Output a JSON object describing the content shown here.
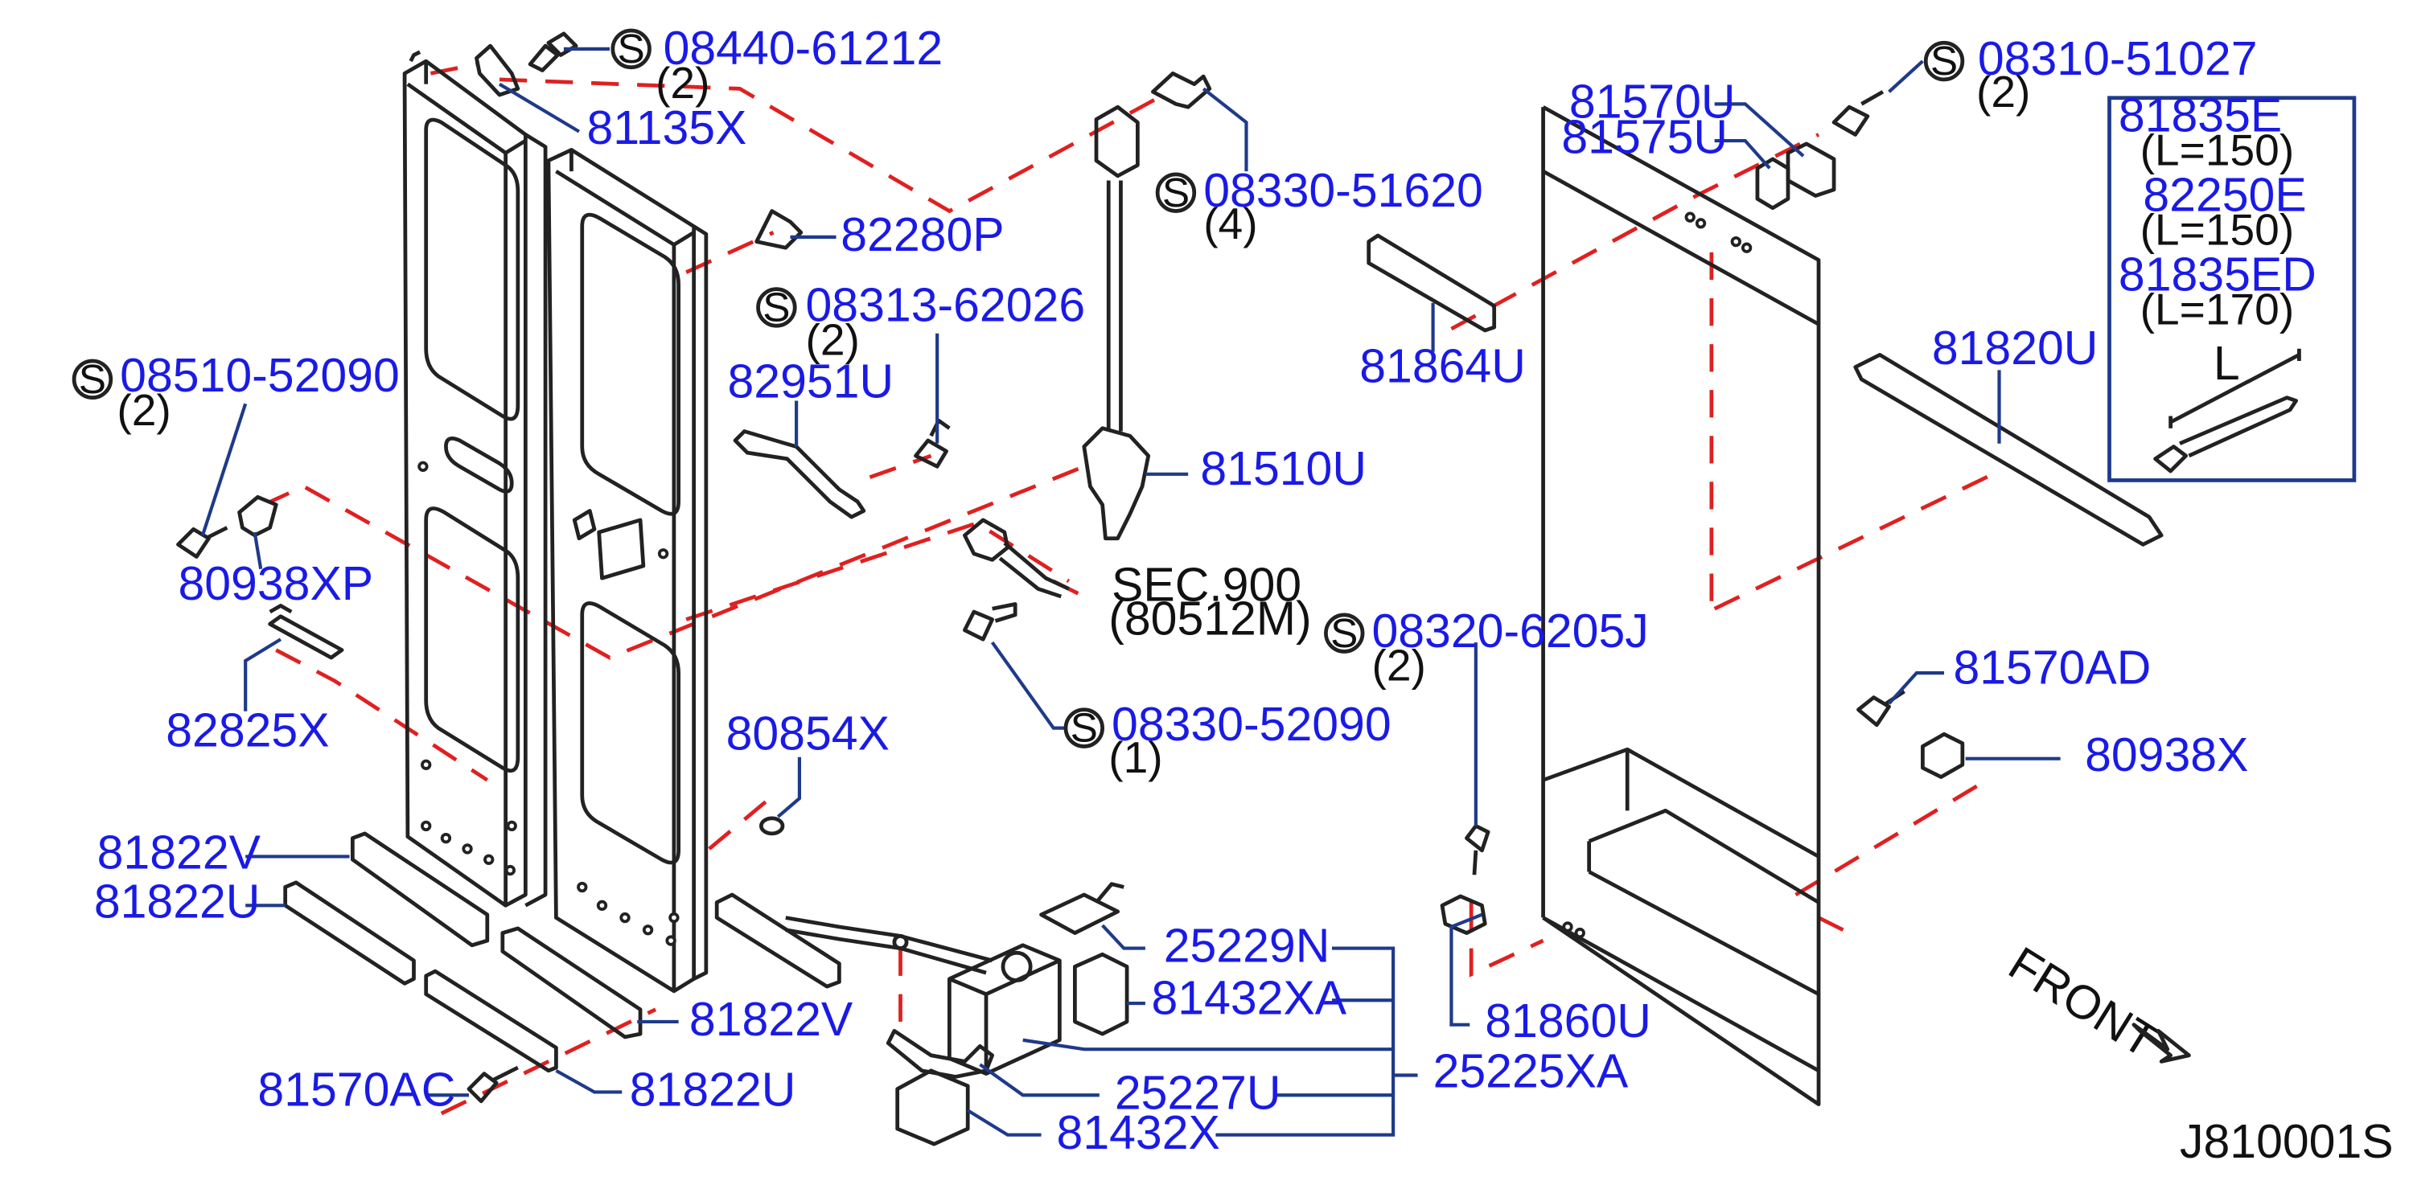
{
  "diagram_id": "J810001S",
  "front_label": "FRONT",
  "screw_symbol": "S",
  "sec_ref": {
    "code": "SEC.900",
    "sub": "(80512M)"
  },
  "parts": {
    "p08440": {
      "num": "08440-61212",
      "qty": "(2)"
    },
    "p81135X": {
      "num": "81135X"
    },
    "p08330_51620": {
      "num": "08330-51620",
      "qty": "(4)"
    },
    "p82280P": {
      "num": "82280P"
    },
    "p08313": {
      "num": "08313-62026",
      "qty": "(2)"
    },
    "p08510": {
      "num": "08510-52090",
      "qty": "(2)"
    },
    "p82951U": {
      "num": "82951U"
    },
    "p81510U": {
      "num": "81510U"
    },
    "p80938XP": {
      "num": "80938XP"
    },
    "p82825X": {
      "num": "82825X"
    },
    "p08330_52090": {
      "num": "08330-52090",
      "qty": "(1)"
    },
    "p80854X": {
      "num": "80854X"
    },
    "p81822V_a": {
      "num": "81822V"
    },
    "p81822U_a": {
      "num": "81822U"
    },
    "p81822V_b": {
      "num": "81822V"
    },
    "p81822U_b": {
      "num": "81822U"
    },
    "p81570AC": {
      "num": "81570AC"
    },
    "p25229N": {
      "num": "25229N"
    },
    "p81432XA": {
      "num": "81432XA"
    },
    "p25225XA": {
      "num": "25225XA"
    },
    "p25227U": {
      "num": "25227U"
    },
    "p81432X": {
      "num": "81432X"
    },
    "p81570U": {
      "num": "81570U"
    },
    "p81575U": {
      "num": "81575U"
    },
    "p08310": {
      "num": "08310-51027",
      "qty": "(2)"
    },
    "p81864U": {
      "num": "81864U"
    },
    "p81820U": {
      "num": "81820U"
    },
    "p08320": {
      "num": "08320-6205J",
      "qty": "(2)"
    },
    "p81570AD": {
      "num": "81570AD"
    },
    "p80938X": {
      "num": "80938X"
    },
    "p81860U": {
      "num": "81860U"
    }
  },
  "inset": {
    "rows": [
      {
        "num": "81835E",
        "len": "(L=150)"
      },
      {
        "num": "82250E",
        "len": "(L=150)"
      },
      {
        "num": "81835ED",
        "len": "(L=170)"
      }
    ],
    "dim_label": "L"
  }
}
